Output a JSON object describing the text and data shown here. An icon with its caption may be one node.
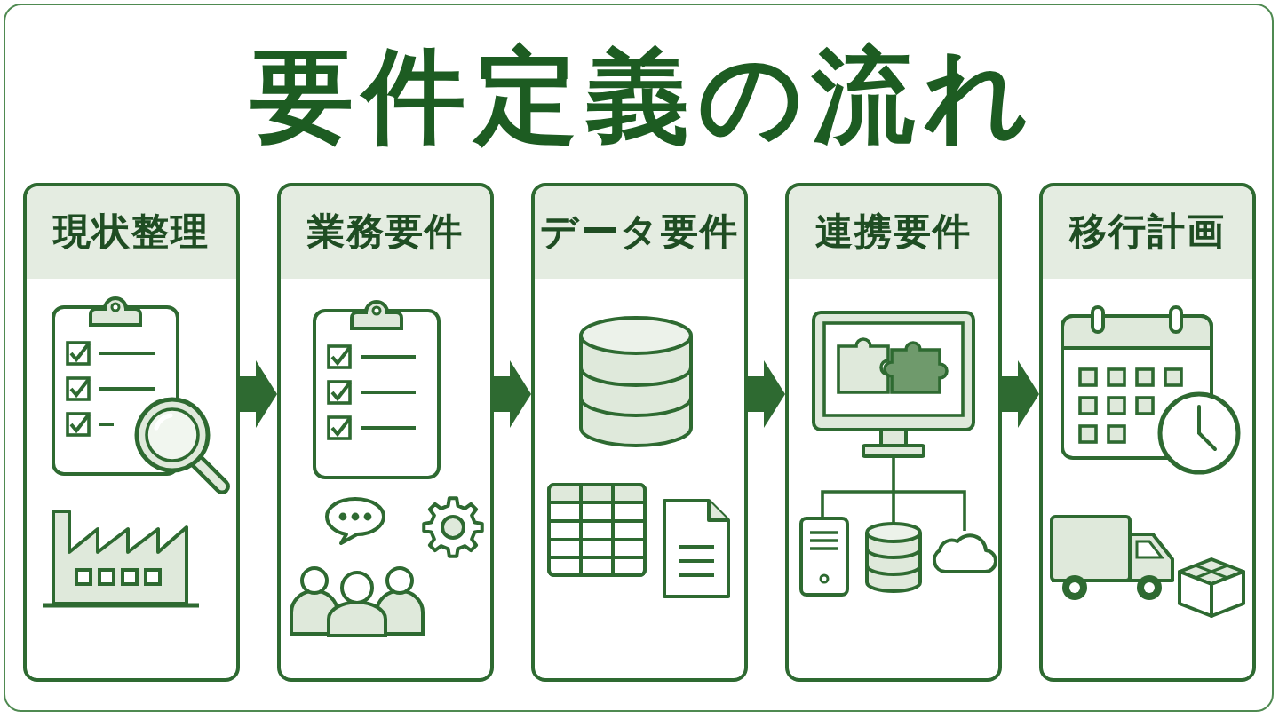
{
  "diagram": {
    "title": "要件定義の流れ",
    "nodes": [
      {
        "text": [
          "現状整理"
        ]
      },
      {
        "text": [
          "業務要件"
        ]
      },
      {
        "text": [
          "データ要件"
        ]
      },
      {
        "text": [
          "連携要件"
        ]
      },
      {
        "text": [
          "移行計画"
        ]
      }
    ],
    "edges": [
      {
        "from": 0,
        "to": 1,
        "arrow": "to"
      },
      {
        "from": 1,
        "to": 2,
        "arrow": "to"
      },
      {
        "from": 2,
        "to": 3,
        "arrow": "to"
      },
      {
        "from": 3,
        "to": 4,
        "arrow": "to"
      }
    ]
  }
}
